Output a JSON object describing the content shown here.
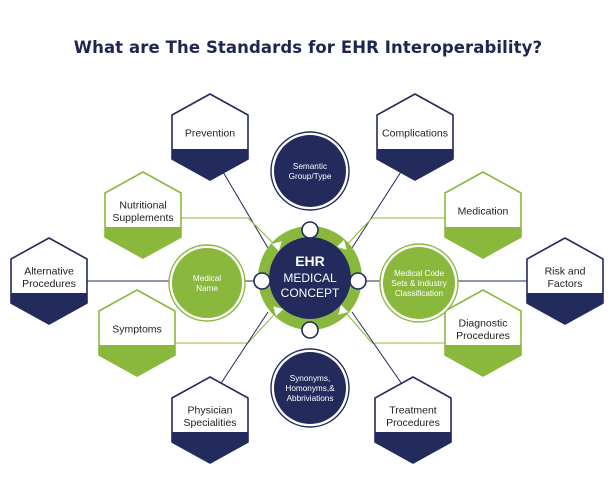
{
  "title": "What are The Standards for EHR Interoperability?",
  "colors": {
    "navy": "#232a5c",
    "green": "#8ab83d",
    "text": "#222222",
    "white": "#ffffff"
  },
  "center": {
    "line1": "EHR",
    "line2": "MEDICAL",
    "line3": "CONCEPT"
  },
  "inner_nodes": [
    {
      "name": "semantic-group-node",
      "lines": [
        "Semantic",
        "Group/Type"
      ],
      "color": "navy"
    },
    {
      "name": "medical-name-node",
      "lines": [
        "Medical",
        "Name"
      ],
      "color": "green"
    },
    {
      "name": "medical-code-sets-node",
      "lines": [
        "Medical Code",
        "Sets & Industry",
        "Classification"
      ],
      "color": "green"
    },
    {
      "name": "synonyms-node",
      "lines": [
        "Synonyms,",
        "Homonyms,&",
        "Abbriviations"
      ],
      "color": "navy"
    }
  ],
  "outer_nodes": [
    {
      "name": "prevention-hex",
      "lines": [
        "Prevention"
      ],
      "color": "navy"
    },
    {
      "name": "complications-hex",
      "lines": [
        "Complications"
      ],
      "color": "navy"
    },
    {
      "name": "nutritional-supplements-hex",
      "lines": [
        "Nutritional",
        "Supplements"
      ],
      "color": "green"
    },
    {
      "name": "medication-hex",
      "lines": [
        "Medication"
      ],
      "color": "green"
    },
    {
      "name": "alternative-procedures-hex",
      "lines": [
        "Alternative",
        "Procedures"
      ],
      "color": "navy"
    },
    {
      "name": "risk-and-factors-hex",
      "lines": [
        "Risk and",
        "Factors"
      ],
      "color": "navy"
    },
    {
      "name": "symptoms-hex",
      "lines": [
        "Symptoms"
      ],
      "color": "green"
    },
    {
      "name": "diagnostic-procedures-hex",
      "lines": [
        "Diagnostic",
        "Procedures"
      ],
      "color": "green"
    },
    {
      "name": "physician-specialities-hex",
      "lines": [
        "Physician",
        "Specialities"
      ],
      "color": "navy"
    },
    {
      "name": "treatment-procedures-hex",
      "lines": [
        "Treatment",
        "Procedures"
      ],
      "color": "navy"
    }
  ]
}
